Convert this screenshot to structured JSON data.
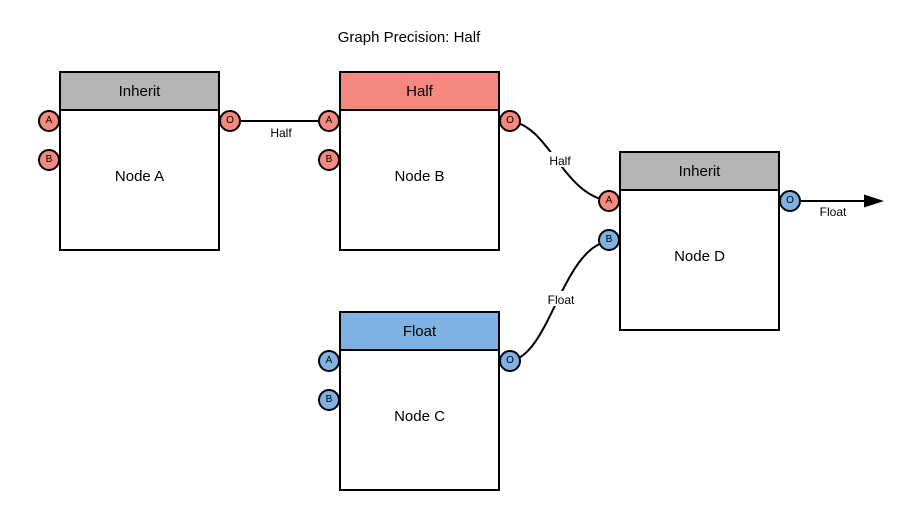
{
  "title": "Graph Precision: Half",
  "colors": {
    "salmon": "#F5897F",
    "blue": "#7FB2E2",
    "gray": "#B5B5B5",
    "stroke": "#000000",
    "background": "#FFFFFF"
  },
  "nodes": [
    {
      "id": "node-a",
      "name": "Node A",
      "header": "Inherit",
      "header_color": "gray",
      "ports": {
        "a": {
          "label": "A",
          "color": "salmon"
        },
        "b": {
          "label": "B",
          "color": "salmon"
        },
        "o": {
          "label": "O",
          "color": "salmon"
        }
      }
    },
    {
      "id": "node-b",
      "name": "Node B",
      "header": "Half",
      "header_color": "salmon",
      "ports": {
        "a": {
          "label": "A",
          "color": "salmon"
        },
        "b": {
          "label": "B",
          "color": "salmon"
        },
        "o": {
          "label": "O",
          "color": "salmon"
        }
      }
    },
    {
      "id": "node-c",
      "name": "Node C",
      "header": "Float",
      "header_color": "blue",
      "ports": {
        "a": {
          "label": "A",
          "color": "blue"
        },
        "b": {
          "label": "B",
          "color": "blue"
        },
        "o": {
          "label": "O",
          "color": "blue"
        }
      }
    },
    {
      "id": "node-d",
      "name": "Node D",
      "header": "Inherit",
      "header_color": "gray",
      "ports": {
        "a": {
          "label": "A",
          "color": "salmon"
        },
        "b": {
          "label": "B",
          "color": "blue"
        },
        "o": {
          "label": "O",
          "color": "blue"
        }
      }
    }
  ],
  "edges": [
    {
      "from": "node-a.o",
      "to": "node-b.a",
      "label": "Half"
    },
    {
      "from": "node-b.o",
      "to": "node-d.a",
      "label": "Half"
    },
    {
      "from": "node-c.o",
      "to": "node-d.b",
      "label": "Float"
    },
    {
      "from": "node-d.o",
      "to": "graph-output",
      "label": "Float"
    }
  ]
}
